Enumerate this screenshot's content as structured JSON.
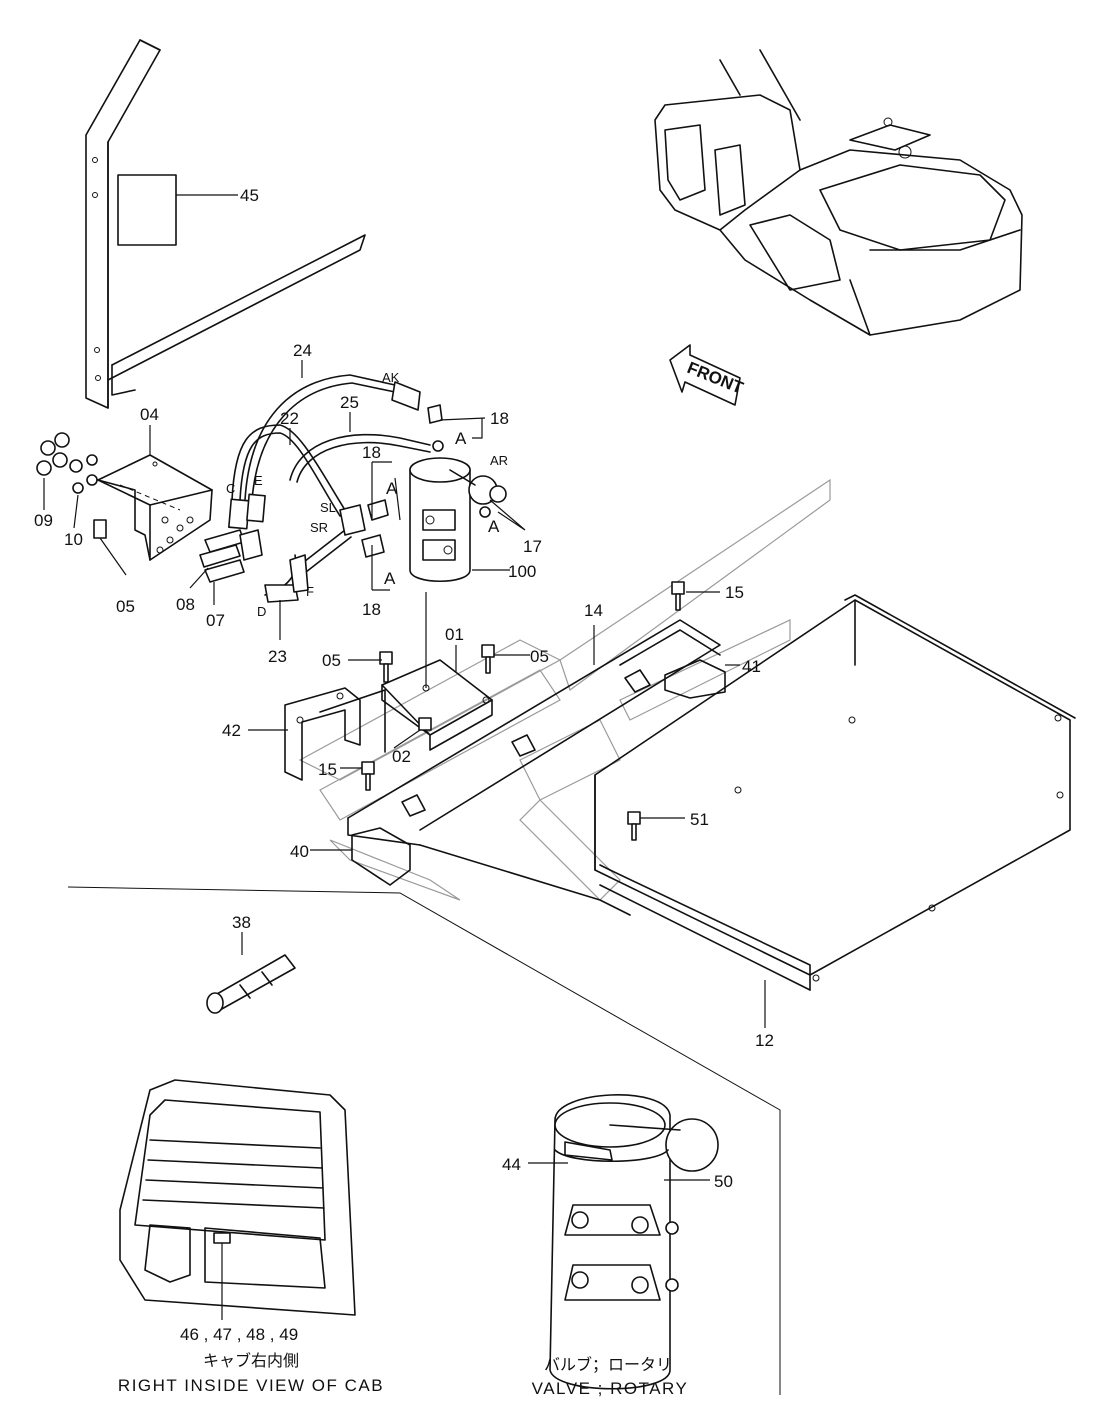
{
  "labels": {
    "l45": "45",
    "l24": "24",
    "lAK": "AK",
    "l18a": "18",
    "lAa": "A",
    "l25": "25",
    "l22": "22",
    "l04": "04",
    "l09": "09",
    "l10": "10",
    "l05a": "05",
    "l08": "08",
    "l07": "07",
    "lC": "C",
    "lE": "E",
    "lSL": "SL",
    "lSR": "SR",
    "lD": "D",
    "lF": "F",
    "l23": "23",
    "l18b": "18",
    "lAb": "A",
    "lAR": "AR",
    "lAc": "A",
    "l17": "17",
    "l100": "100",
    "lAd": "A",
    "l18c": "18",
    "l15a": "15",
    "l14": "14",
    "l01": "01",
    "l05b": "05",
    "l05c": "05",
    "l41": "41",
    "l42": "42",
    "l02": "02",
    "l15b": "15",
    "l51": "51",
    "l40": "40",
    "l38": "38",
    "l12": "12",
    "l44": "44",
    "l50": "50",
    "l46": "46 , 47 , 48 , 49"
  },
  "front_label": "FRONT",
  "captions": {
    "cab_jp": "キャブ右内側",
    "cab_en": "RIGHT INSIDE VIEW OF CAB",
    "valve_jp": "バルブ；ロータリ",
    "valve_en": "VALVE ; ROTARY"
  }
}
